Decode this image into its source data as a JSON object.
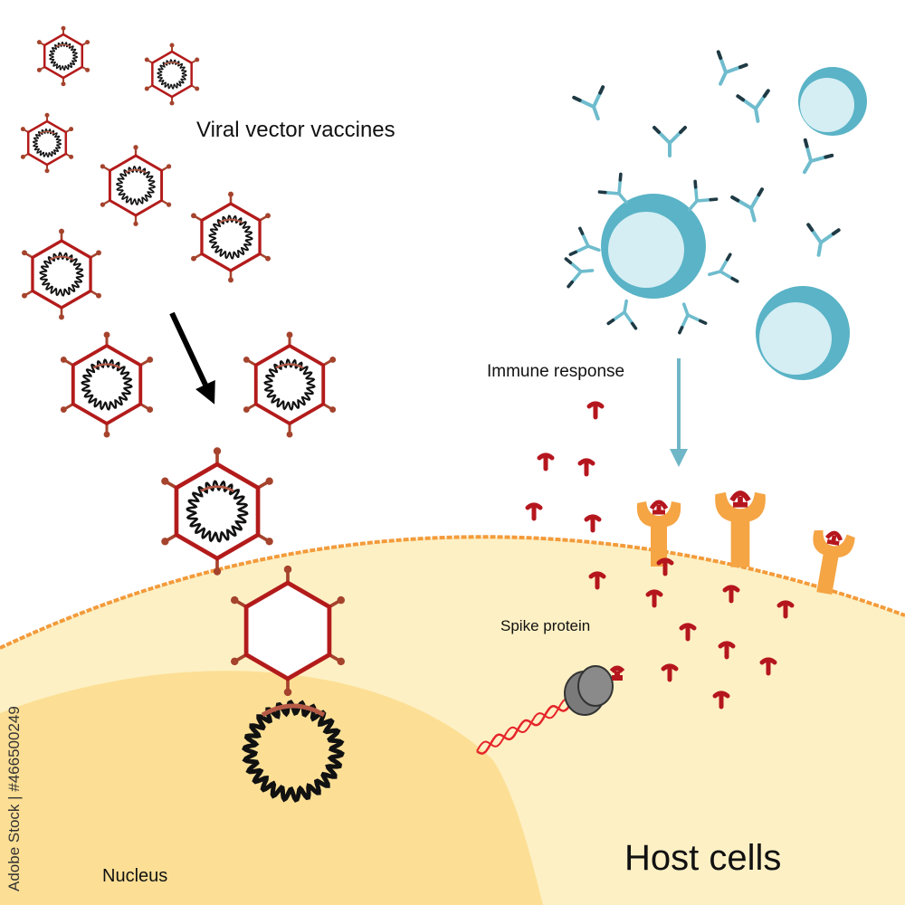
{
  "labels": {
    "title": "Viral vector vaccines",
    "immune_response": "Immune response",
    "spike_protein": "Spike protein",
    "nucleus": "Nucleus",
    "host_cells": "Host cells"
  },
  "watermark": {
    "text": "Adobe Stock | #466500249"
  },
  "colors": {
    "capsid_red": "#b31b1b",
    "capsid_spike": "#a5432d",
    "dna_black": "#111111",
    "dna_highlight": "#b65a46",
    "antibody_teal": "#6fbccd",
    "antibody_dark": "#1f3a44",
    "immune_cell": "#5ab3c6",
    "immune_cell_inner": "#d4eef4",
    "host_cell": "#fdf0c4",
    "nucleus": "#fcdf95",
    "membrane": "#f39b3b",
    "receptor": "#f5a544",
    "spike_protein": "#b5161e",
    "ribosome": "#7a7a7a",
    "mrna": "#e5252a",
    "arrow_black": "#000000",
    "arrow_teal": "#6fb7c6"
  },
  "icons": [
    "viral-vector-icon",
    "antibody-icon",
    "immune-cell-icon",
    "receptor-icon",
    "spike-protein-icon",
    "ribosome-icon",
    "mrna-strand-icon"
  ]
}
